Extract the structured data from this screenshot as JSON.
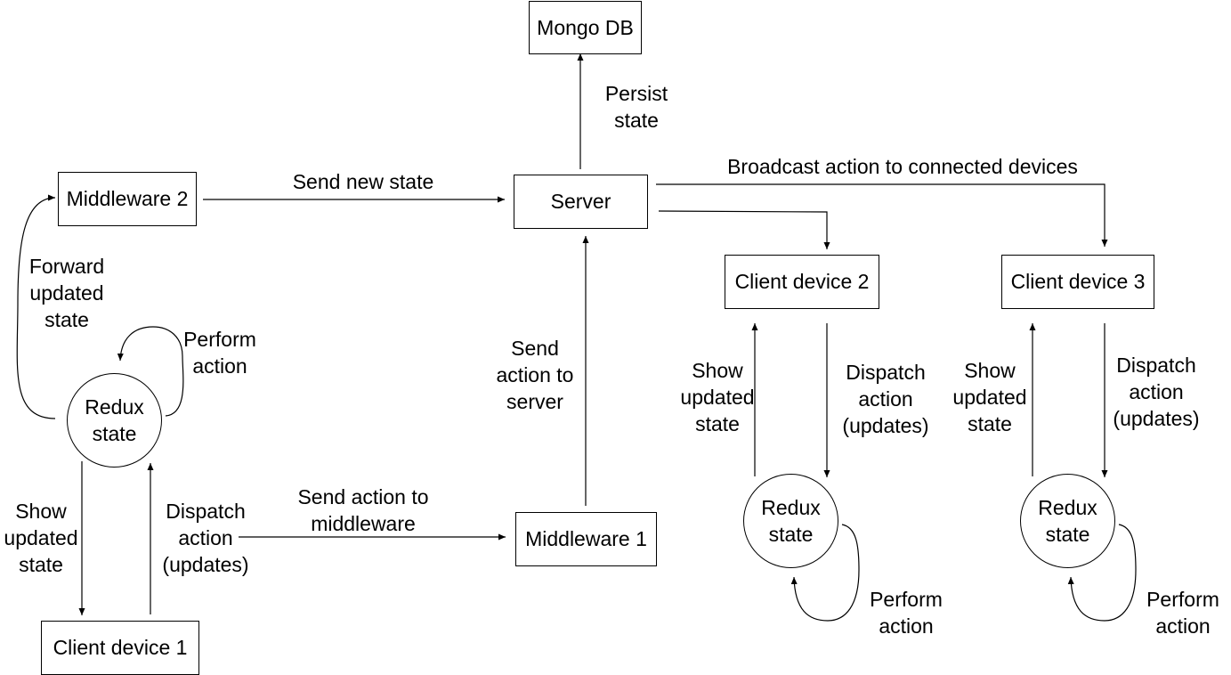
{
  "nodes": {
    "mongo_db": "Mongo DB",
    "server": "Server",
    "middleware_2": "Middleware 2",
    "middleware_1": "Middleware 1",
    "client_device_1": "Client device 1",
    "client_device_2": "Client device 2",
    "client_device_3": "Client device 3",
    "redux_state_1": "Redux state",
    "redux_state_2": "Redux state",
    "redux_state_3": "Redux state"
  },
  "edges": {
    "persist_state": "Persist\nstate",
    "send_new_state": "Send new state",
    "broadcast": "Broadcast action to connected devices",
    "forward_updated_state": "Forward\nupdated\nstate",
    "perform_action_1": "Perform\naction",
    "send_action_to_server": "Send\naction to\nserver",
    "send_action_to_middleware": "Send action to\nmiddleware",
    "show_updated_state_1": "Show\nupdated\nstate",
    "dispatch_action_1": "Dispatch\naction\n(updates)",
    "show_updated_state_2": "Show\nupdated\nstate",
    "dispatch_action_2": "Dispatch\naction\n(updates)",
    "perform_action_2": "Perform\naction",
    "show_updated_state_3": "Show\nupdated\nstate",
    "dispatch_action_3": "Dispatch\naction\n(updates)",
    "perform_action_3": "Perform\naction"
  }
}
